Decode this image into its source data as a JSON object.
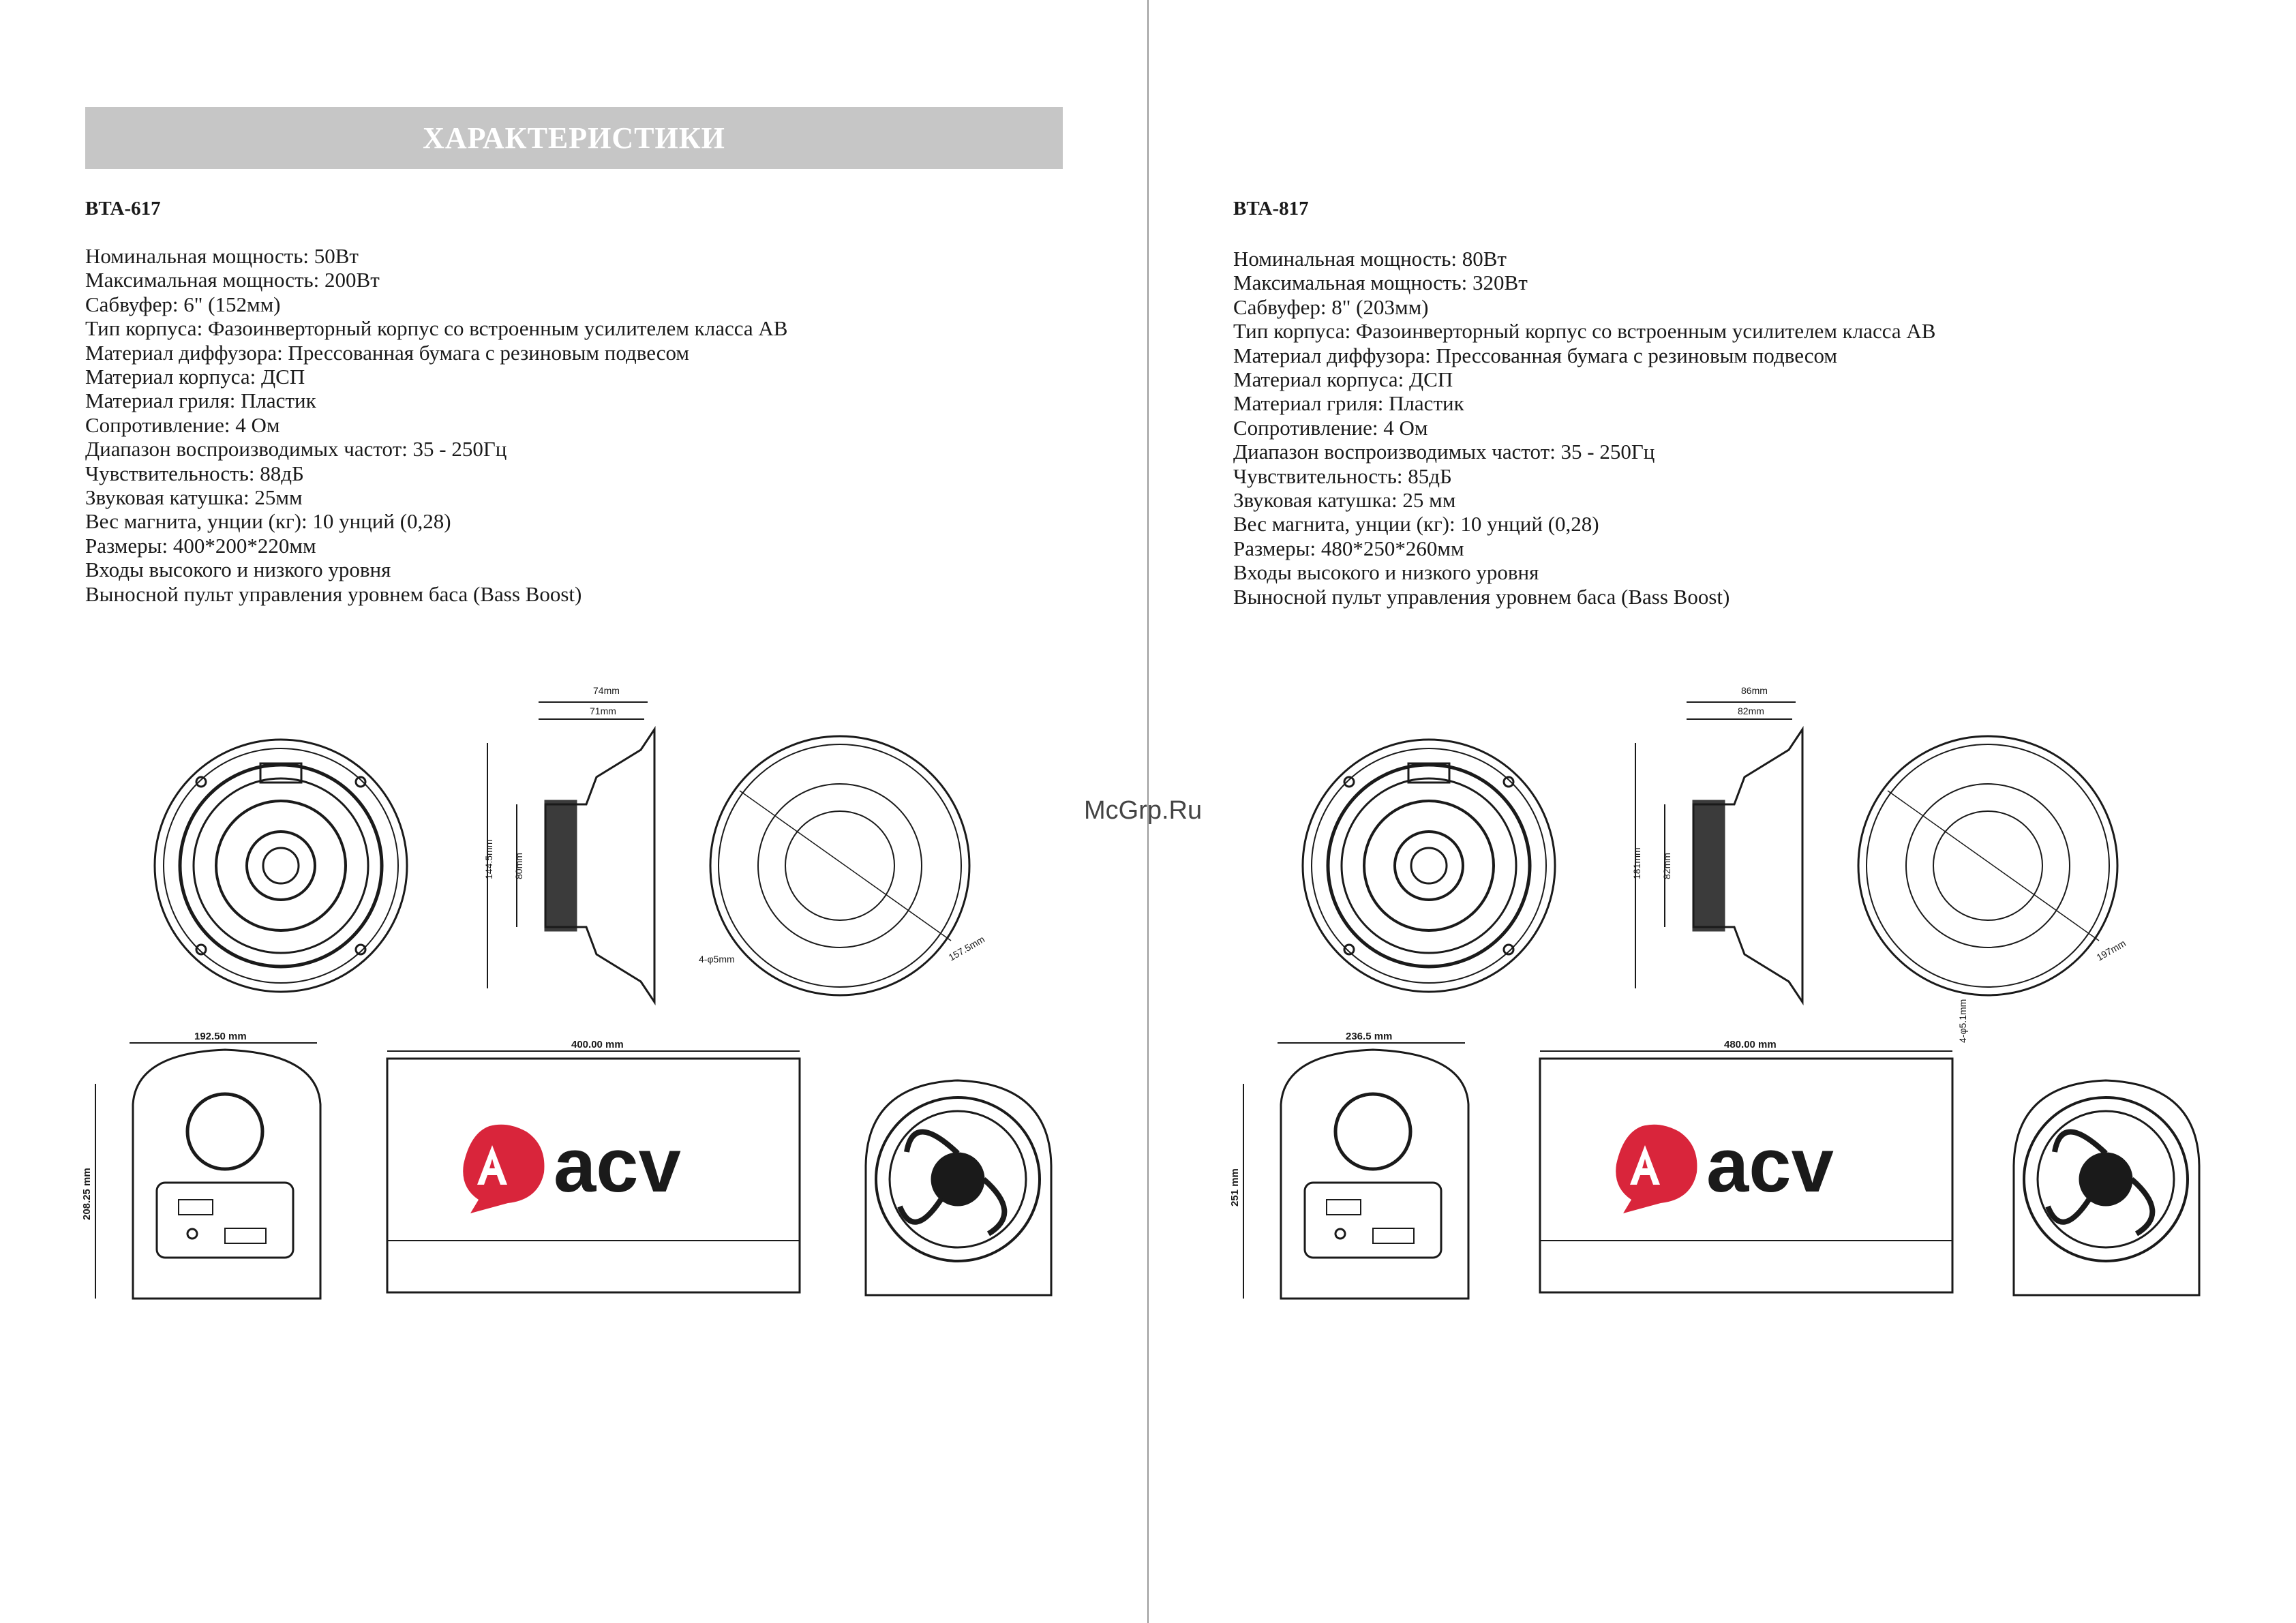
{
  "header": {
    "title": "ХАРАКТЕРИСТИКИ"
  },
  "watermark": "McGrp.Ru",
  "brand": {
    "name": "acv",
    "accent": "#d9253b",
    "ink": "#1a1a1a"
  },
  "models": [
    {
      "name": "BTA-617",
      "specs": [
        "Номинальная мощность: 50Вт",
        "Максимальная мощность: 200Вт",
        "Сабвуфер: 6\" (152мм)",
        "Тип корпуса: Фазоинверторный корпус со встроенным усилителем класса AB",
        "Материал диффузора: Прессованная бумага с резиновым подвесом",
        "Материал корпуса: ДСП",
        "Материал гриля: Пластик",
        "Сопротивление: 4 Ом",
        "Диапазон воспроизводимых частот: 35 - 250Гц",
        "Чувствительность: 88дБ",
        "Звуковая катушка: 25мм",
        "Вес магнита, унции (кг): 10 унций (0,28)",
        "Размеры: 400*200*220мм",
        "Входы высокого и низкого уровня",
        "Выносной пульт управления уровнем баса (Bass Boost)"
      ],
      "dims": {
        "top_outer": "74mm",
        "top_inner": "71mm",
        "dia_outer": "144.5mm",
        "dia_inner": "80mm",
        "mount": "4-φ5mm",
        "mount_dia": "157.5mm",
        "width": "192.50 mm",
        "height": "208.25 mm",
        "length": "400.00 mm"
      }
    },
    {
      "name": "BTA-817",
      "specs": [
        "Номинальная мощность: 80Вт",
        "Максимальная мощность: 320Вт",
        "Сабвуфер: 8\" (203мм)",
        "Тип корпуса: Фазоинверторный корпус со встроенным усилителем класса AB",
        "Материал диффузора: Прессованная бумага с резиновым подвесом",
        "Материал корпуса: ДСП",
        "Материал гриля: Пластик",
        "Сопротивление: 4 Ом",
        "Диапазон воспроизводимых частот: 35 - 250Гц",
        "Чувствительность: 85дБ",
        "Звуковая катушка: 25 мм",
        "Вес магнита, унции (кг): 10 унций (0,28)",
        "Размеры: 480*250*260мм",
        "Входы высокого и низкого уровня",
        "Выносной пульт управления уровнем баса (Bass Boost)"
      ],
      "dims": {
        "top_outer": "86mm",
        "top_inner": "82mm",
        "dia_outer": "181mm",
        "dia_inner": "82mm",
        "mount": "4-φ5.1mm",
        "mount_dia": "197mm",
        "width": "236.5 mm",
        "height": "251 mm",
        "length": "480.00 mm"
      }
    }
  ]
}
